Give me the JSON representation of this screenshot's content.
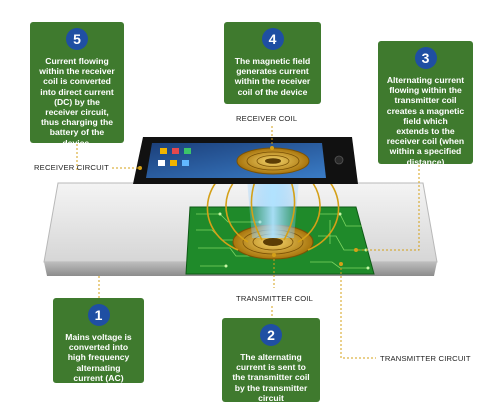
{
  "diagram": {
    "steps": [
      {
        "number": "1",
        "text": "Mains voltage is converted into high frequency alternating current (AC)"
      },
      {
        "number": "2",
        "text": "The alternating current is sent to the transmitter coil by the transmitter circuit"
      },
      {
        "number": "3",
        "text": "Alternating current flowing within the transmitter coil creates a magnetic field which extends to the receiver coil (when within a specified distance)"
      },
      {
        "number": "4",
        "text": "The magnetic field generates current within the receiver coil of the device"
      },
      {
        "number": "5",
        "text": "Current flowing within the receiver coil is converted into direct current (DC) by the receiver circuit, thus charging the battery of the device."
      }
    ],
    "callouts": {
      "receiver_coil": "RECEIVER COIL",
      "receiver_circuit": "RECEIVER CIRCUIT",
      "transmitter_coil": "TRANSMITTER COIL",
      "transmitter_circuit": "TRANSMITTER CIRCUIT"
    },
    "colors": {
      "box_green": "#3f7a2e",
      "badge_blue": "#1f4fa3",
      "coil_gold": "#d4a017",
      "pcb_green": "#1f8a2a"
    }
  }
}
